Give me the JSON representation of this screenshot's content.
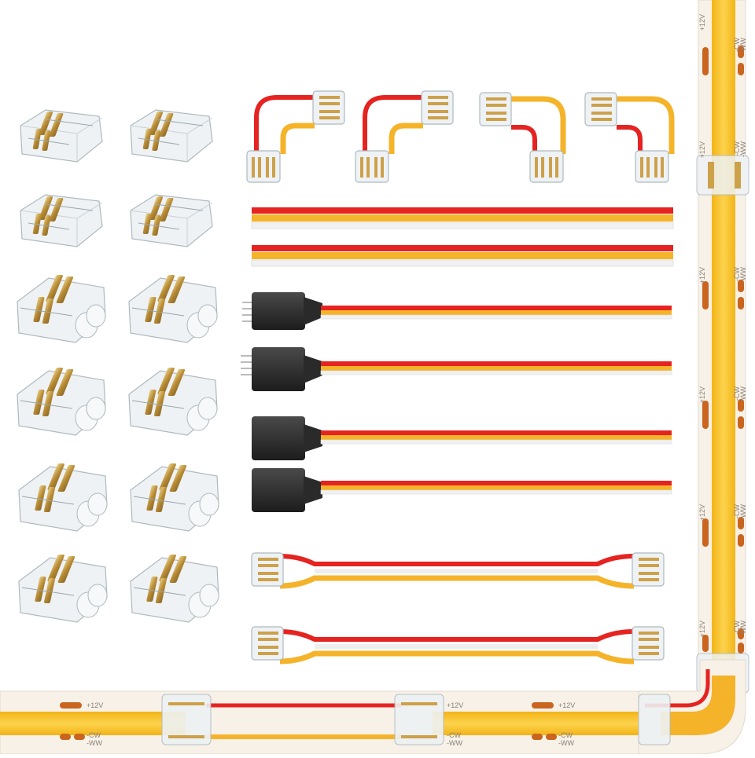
{
  "strip": {
    "positive_label": "+12V",
    "cw_label": "-CW",
    "ww_label": "-WW"
  },
  "colors": {
    "strip_base": "#f7f1e8",
    "cob_yellow": "#f8c330",
    "cob_yellow_edge": "#f3b417",
    "pad": "#c9651f",
    "wire_red": "#e52321",
    "wire_yellow": "#f5b32a",
    "wire_white": "#f4f4f4",
    "connector_clear": "#eef2f4",
    "gold": "#c9a44a",
    "plug_black": "#2a2a2a"
  },
  "icons": {
    "straight_connector": "clear-2pin-strip-connector",
    "corner_connector": "l-shape-corner-connector",
    "extension_wire": "3-wire-extension-cable",
    "pigtail": "female-plug-pigtail",
    "jumper": "strip-to-strip-jumper"
  },
  "items": {
    "connector_count": 12,
    "corner_count": 4,
    "wire_count": 2,
    "pigtail_count": 4,
    "jumper_count": 2
  }
}
